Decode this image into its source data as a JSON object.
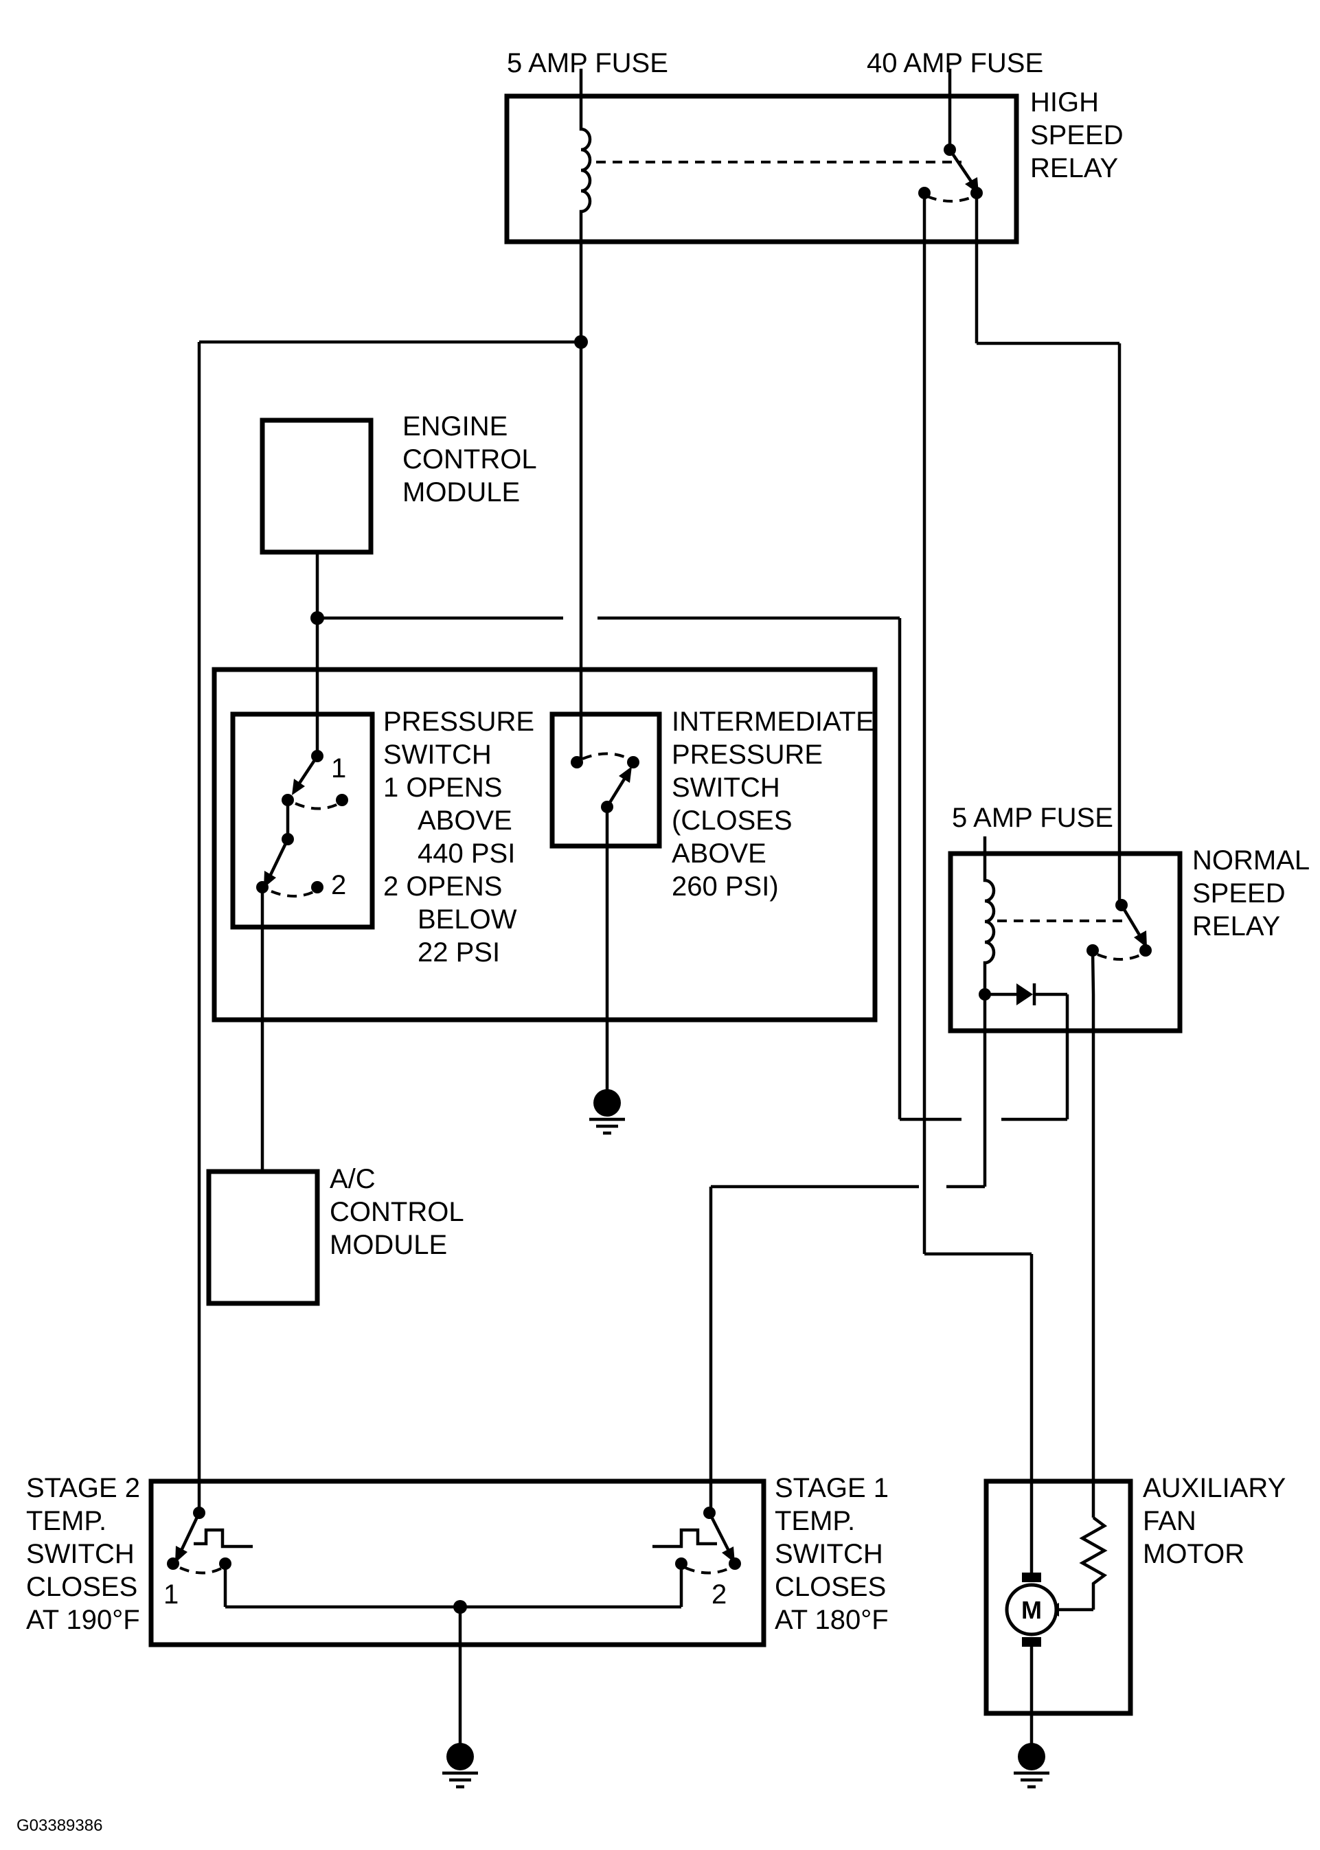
{
  "labels": {
    "fuse_5a_top": "5 AMP FUSE",
    "fuse_40a": "40 AMP FUSE",
    "high_speed_relay": [
      "HIGH",
      "SPEED",
      "RELAY"
    ],
    "ecm": [
      "ENGINE",
      "CONTROL",
      "MODULE"
    ],
    "pressure_switch": [
      "PRESSURE",
      "SWITCH",
      "1  OPENS",
      "ABOVE",
      "440 PSI",
      "2  OPENS",
      "BELOW",
      "22 PSI"
    ],
    "intermediate_switch": [
      "INTERMEDIATE",
      "PRESSURE",
      "SWITCH",
      "(CLOSES",
      "ABOVE",
      "260 PSI)"
    ],
    "fuse_5a_right": "5 AMP FUSE",
    "normal_speed_relay": [
      "NORMAL",
      "SPEED",
      "RELAY"
    ],
    "ac_module": [
      "A/C",
      "CONTROL",
      "MODULE"
    ],
    "stage2": [
      "STAGE 2",
      "TEMP.",
      "SWITCH",
      "CLOSES",
      "AT 190°F"
    ],
    "stage1": [
      "STAGE 1",
      "TEMP.",
      "SWITCH",
      "CLOSES",
      "AT 180°F"
    ],
    "aux_fan": [
      "AUXILIARY",
      "FAN",
      "MOTOR"
    ],
    "contact_1": "1",
    "contact_2": "2",
    "motor_symbol": "M",
    "figure_id": "G03389386"
  }
}
